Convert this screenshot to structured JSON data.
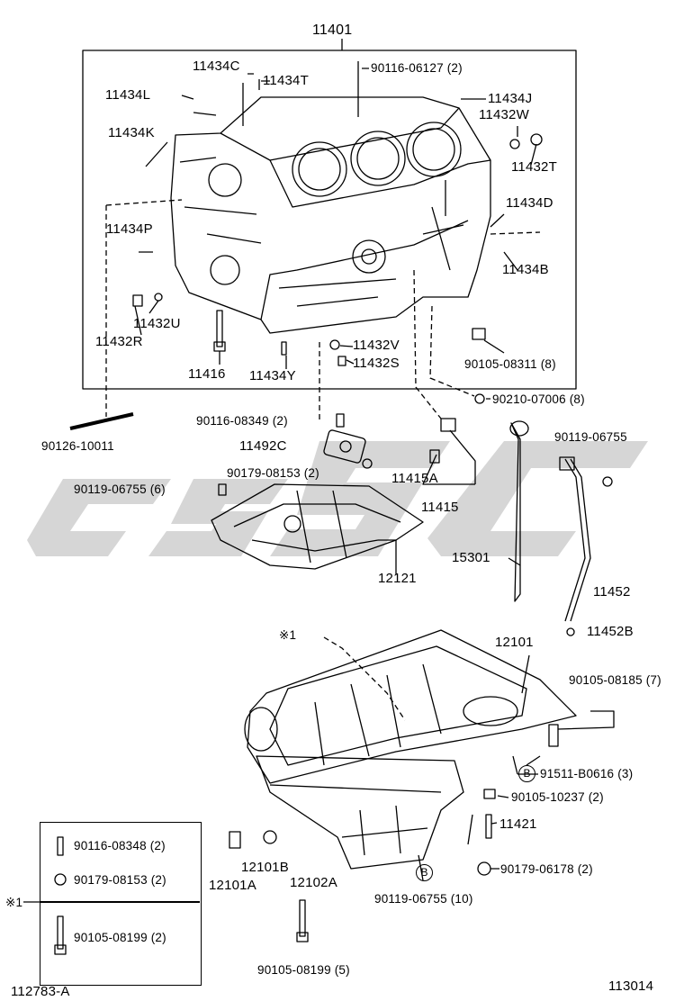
{
  "diagram": {
    "main_part": "11401",
    "figure_ids": {
      "left": "112783-A",
      "right": "113014"
    },
    "callouts": [
      {
        "id": "c01",
        "text": "11434C"
      },
      {
        "id": "c02",
        "text": "11434T"
      },
      {
        "id": "c03",
        "text": "90116-06127 (2)"
      },
      {
        "id": "c04",
        "text": "11434L"
      },
      {
        "id": "c05",
        "text": "11434J"
      },
      {
        "id": "c06",
        "text": "11432W"
      },
      {
        "id": "c07",
        "text": "11434K"
      },
      {
        "id": "c08",
        "text": "11432T"
      },
      {
        "id": "c09",
        "text": "11434D"
      },
      {
        "id": "c10",
        "text": "11434P"
      },
      {
        "id": "c11",
        "text": "11434B"
      },
      {
        "id": "c12",
        "text": "11432U"
      },
      {
        "id": "c13",
        "text": "11432R"
      },
      {
        "id": "c14",
        "text": "11416"
      },
      {
        "id": "c15",
        "text": "11434Y"
      },
      {
        "id": "c16",
        "text": "11432V"
      },
      {
        "id": "c17",
        "text": "11432S"
      },
      {
        "id": "c18",
        "text": "90105-08311 (8)"
      },
      {
        "id": "c19",
        "text": "90210-07006 (8)"
      },
      {
        "id": "c20",
        "text": "90116-08349 (2)"
      },
      {
        "id": "c21",
        "text": "90126-10011"
      },
      {
        "id": "c22",
        "text": "11492C"
      },
      {
        "id": "c23",
        "text": "90179-08153 (2)"
      },
      {
        "id": "c24",
        "text": "11415A"
      },
      {
        "id": "c25",
        "text": "90119-06755"
      },
      {
        "id": "c26",
        "text": "90119-06755 (6)"
      },
      {
        "id": "c27",
        "text": "11415"
      },
      {
        "id": "c28",
        "text": "12121"
      },
      {
        "id": "c29",
        "text": "15301"
      },
      {
        "id": "c30",
        "text": "11452"
      },
      {
        "id": "c31",
        "text": "11452B"
      },
      {
        "id": "c32",
        "text": "※1"
      },
      {
        "id": "c33",
        "text": "12101"
      },
      {
        "id": "c34",
        "text": "90105-08185 (7)"
      },
      {
        "id": "c35",
        "text": "91511-B0616 (3)"
      },
      {
        "id": "c36",
        "text": "90105-10237 (2)"
      },
      {
        "id": "c37",
        "text": "11421"
      },
      {
        "id": "c38",
        "text": "12101B"
      },
      {
        "id": "c39",
        "text": "12101A"
      },
      {
        "id": "c40",
        "text": "12102A"
      },
      {
        "id": "c41",
        "text": "90179-06178 (2)"
      },
      {
        "id": "c42",
        "text": "90119-06755 (10)"
      },
      {
        "id": "c43",
        "text": "90105-08199 (5)"
      }
    ],
    "inset": {
      "marker": "※1",
      "items": [
        "90116-08348 (2)",
        "90179-08153 (2)",
        "90105-08199 (2)"
      ]
    },
    "circle_ref": "B"
  }
}
